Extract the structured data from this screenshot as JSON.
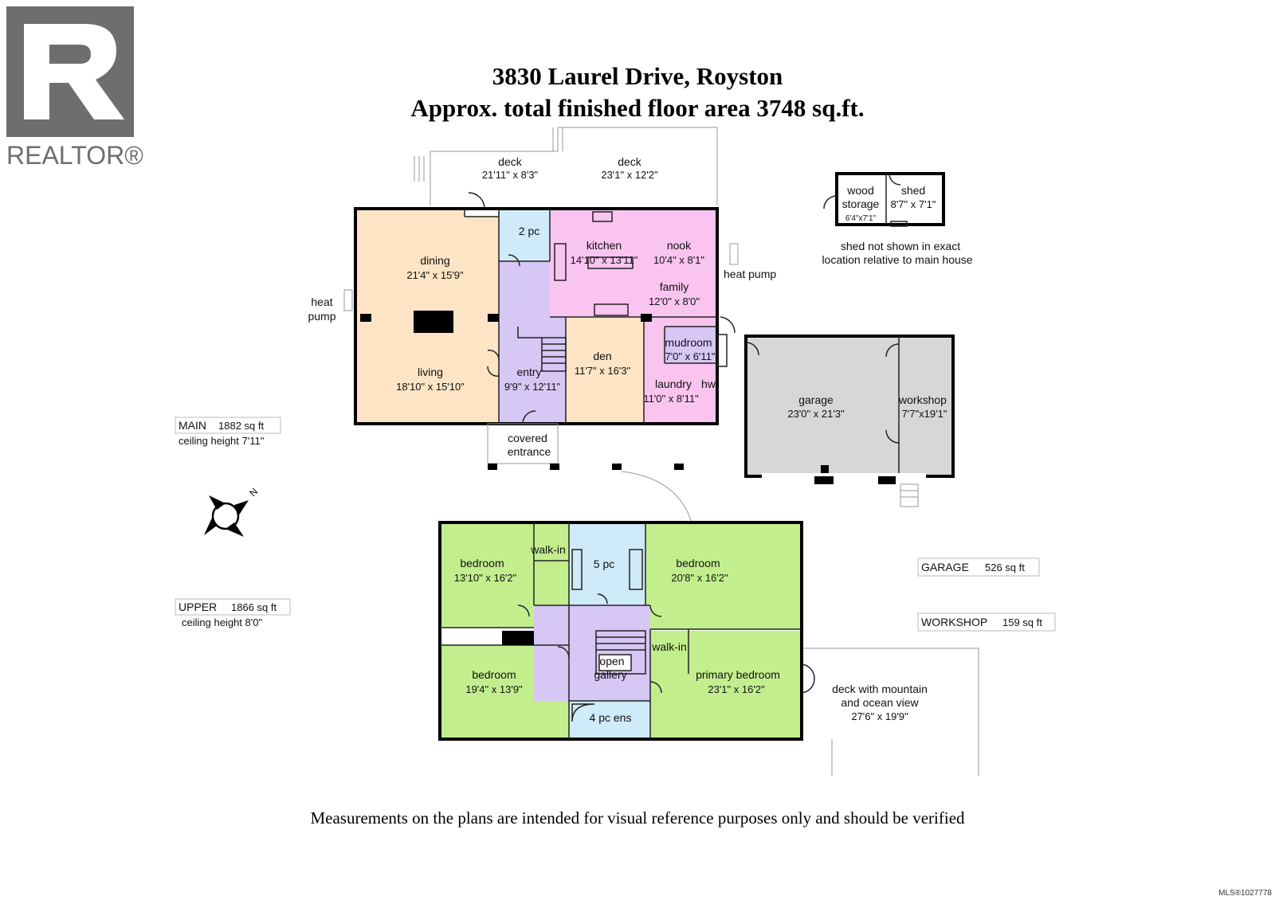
{
  "header": {
    "title": "3830 Laurel Drive, Royston",
    "subtitle": "Approx. total finished floor area 3748 sq.ft."
  },
  "logo": {
    "name": "realtor-logo",
    "text": "REALTOR®"
  },
  "colors": {
    "living": "#fce4c4",
    "utility": "#d6c7f5",
    "kitchen": "#f9c4ef",
    "bath": "#cfeaf8",
    "bedroom": "#c3ee8e",
    "garage": "#d7d7d7",
    "wall": "#000000"
  },
  "main_floor": {
    "rooms": [
      {
        "name": "dining",
        "dims": "21'4\" x 15'9\""
      },
      {
        "name": "living",
        "dims": "18'10\" x 15'10\""
      },
      {
        "name": "2 pc"
      },
      {
        "name": "kitchen",
        "dims": "14'10\" x 13'11\""
      },
      {
        "name": "nook",
        "dims": "10'4\" x 8'1\""
      },
      {
        "name": "family",
        "dims": "12'0\" x 8'0\""
      },
      {
        "name": "entry",
        "dims": "9'9\" x 12'11\""
      },
      {
        "name": "den",
        "dims": "11'7\" x 16'3\""
      },
      {
        "name": "mudroom",
        "dims": "7'0\" x 6'11\""
      },
      {
        "name": "laundry",
        "dims": "11'0\" x 8'11\""
      },
      {
        "name": "hw"
      },
      {
        "name": "covered",
        "dims": "entrance"
      }
    ],
    "decks": [
      {
        "name": "deck",
        "dims": "21'11\" x 8'3\""
      },
      {
        "name": "deck",
        "dims": "23'1\" x 12'2\""
      }
    ],
    "heat_pump_left": [
      "heat",
      "pump"
    ],
    "heat_pump_right": "heat pump",
    "summary": {
      "label": "MAIN",
      "area": "1882 sq ft",
      "ceiling": "ceiling height 7'11\""
    }
  },
  "garage": {
    "rooms": [
      {
        "name": "garage",
        "dims": "23'0\" x 21'3\""
      },
      {
        "name": "workshop",
        "dims": "7'7\"x19'1\""
      }
    ],
    "summary_garage": {
      "label": "GARAGE",
      "area": "526 sq ft"
    },
    "summary_workshop": {
      "label": "WORKSHOP",
      "area": "159 sq ft"
    }
  },
  "shed": {
    "rooms": [
      {
        "name": "wood",
        "name2": "storage",
        "dims": "6'4\"x7'1\""
      },
      {
        "name": "shed",
        "dims": "8'7\" x 7'1\""
      }
    ],
    "note": [
      "shed not shown in exact",
      "location relative to main house"
    ]
  },
  "upper_floor": {
    "rooms": [
      {
        "name": "bedroom",
        "dims": "13'10\" x 16'2\""
      },
      {
        "name": "walk-in"
      },
      {
        "name": "5 pc"
      },
      {
        "name": "bedroom",
        "dims": "20'8\" x 16'2\""
      },
      {
        "name": "bedroom",
        "dims": "19'4\" x 13'9\""
      },
      {
        "name": "open",
        "name2": "gallery"
      },
      {
        "name": "walk-in"
      },
      {
        "name": "primary bedroom",
        "dims": "23'1\" x 16'2\""
      },
      {
        "name": "4 pc ens"
      }
    ],
    "deck": {
      "line1": "deck with mountain",
      "line2": "and ocean view",
      "dims": "27'6\" x 19'9\""
    },
    "summary": {
      "label": "UPPER",
      "area": "1866 sq ft",
      "ceiling": "ceiling height 8'0\""
    }
  },
  "compass": {
    "icon": "north-arrow-icon",
    "label": "N"
  },
  "footer": {
    "disclaimer": "Measurements on the plans are intended for visual reference purposes only and should be verified",
    "mls": "MLS®1027778"
  }
}
